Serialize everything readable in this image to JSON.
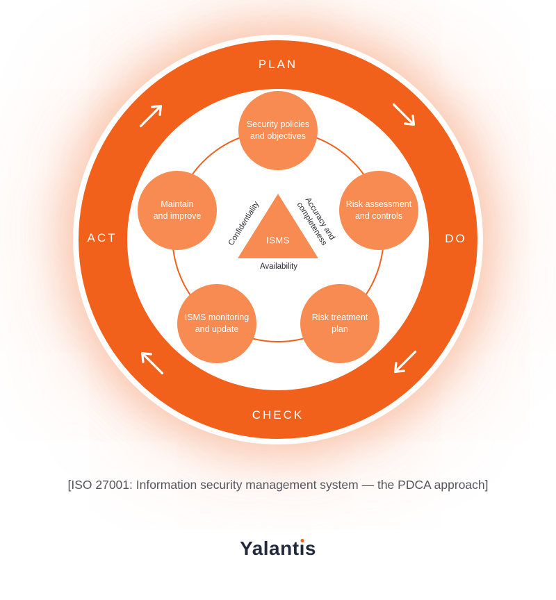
{
  "colors": {
    "ring_orange": "#F2611C",
    "node_orange": "#F78B52",
    "label_dark": "#2B2B33",
    "caption_gray": "#55555E",
    "logo_navy": "#232A3B",
    "white": "#FFFFFF"
  },
  "cycle": {
    "plan": "PLAN",
    "do": "DO",
    "check": "CHECK",
    "act": "ACT"
  },
  "nodes": [
    {
      "label": "Security policies\nand objectives"
    },
    {
      "label": "Risk assessment\nand controls"
    },
    {
      "label": "Risk treatment\nplan"
    },
    {
      "label": "ISMS monitoring\nand update"
    },
    {
      "label": "Maintain\nand improve"
    }
  ],
  "triangle": {
    "center": "ISMS",
    "left": "Confidentiality",
    "right": "Accuracy and\ncompleteness",
    "bottom": "Availability"
  },
  "caption": "[ISO 27001: Information security management system — the PDCA approach]",
  "logo": {
    "prefix": "Yalant",
    "i_glyph": "ı",
    "suffix": "s"
  }
}
